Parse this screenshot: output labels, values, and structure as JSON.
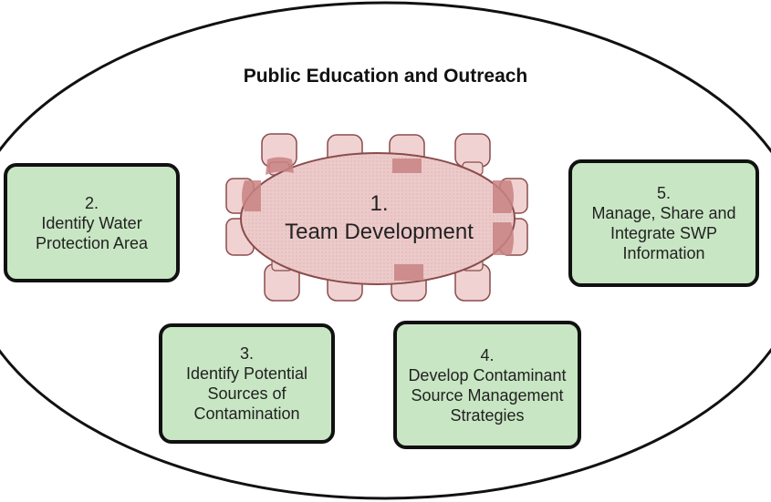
{
  "title": "Public Education and Outreach",
  "center": {
    "number": "1.",
    "label": "Team Development"
  },
  "steps": [
    {
      "number": "2.",
      "lines": [
        "Identify Water",
        "Protection Area"
      ]
    },
    {
      "number": "3.",
      "lines": [
        "Identify Potential",
        "Sources of",
        "Contamination"
      ]
    },
    {
      "number": "4.",
      "lines": [
        "Develop Contaminant",
        "Source Management",
        "Strategies"
      ]
    },
    {
      "number": "5.",
      "lines": [
        "Manage, Share and",
        "Integrate SWP",
        "Information"
      ]
    }
  ],
  "colors": {
    "box_fill": "#c8e6c3",
    "table_fill": "#eccaca",
    "chair_light": "#f0d2d2",
    "chair_dark": "#c98383",
    "outline": "#111111"
  }
}
